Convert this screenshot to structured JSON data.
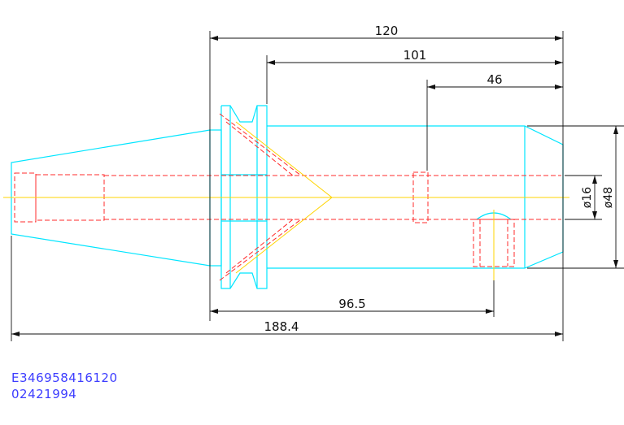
{
  "dimensions": {
    "len_120": "120",
    "len_101": "101",
    "len_46": "46",
    "len_96_5": "96.5",
    "len_188_4": "188.4",
    "dia_16": "ø16",
    "dia_48": "ø48"
  },
  "part_number": {
    "line1": "E346958416120",
    "line2": "02421994"
  },
  "colors": {
    "outline": "#00e5ff",
    "hidden": "#ff2b2b",
    "centerline": "#ffd400",
    "dimension": "#111111",
    "text_blue": "#3d3dff"
  }
}
